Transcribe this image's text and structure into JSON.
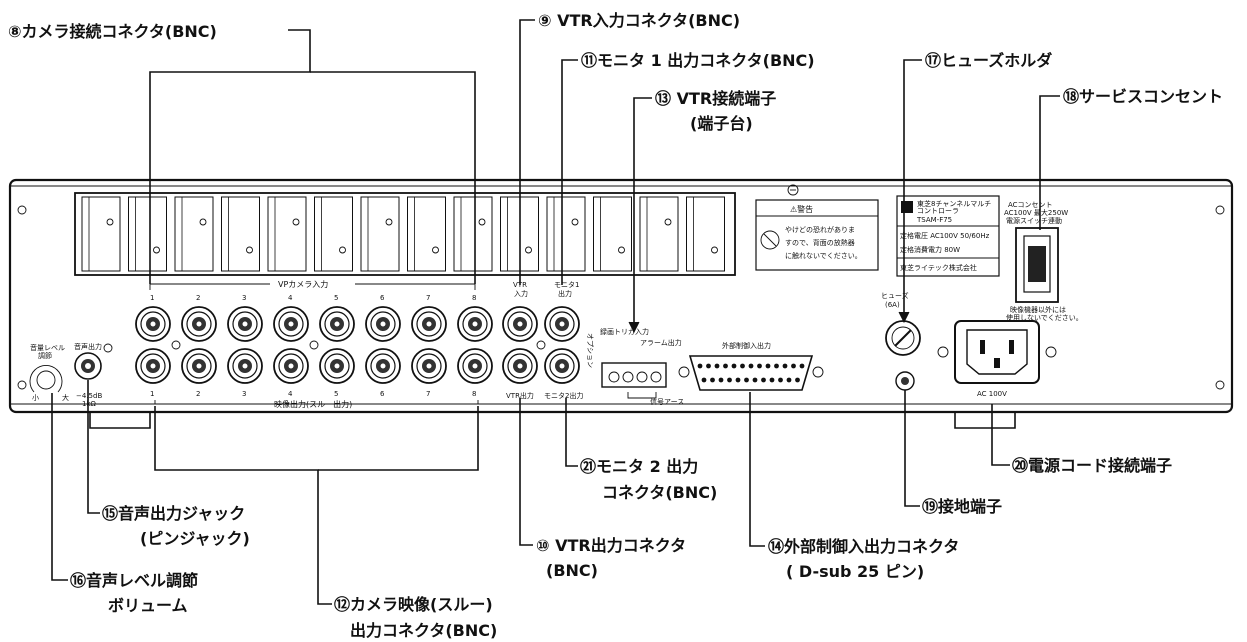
{
  "callouts": {
    "c8": "⑧カメラ接続コネクタ(BNC)",
    "c9": "⑨ VTR入力コネクタ(BNC)",
    "c11": "⑪モニタ 1 出力コネクタ(BNC)",
    "c13a": "⑬ VTR接続端子",
    "c13b": "(端子台)",
    "c17": "⑰ヒューズホルダ",
    "c18": "⑱サービスコンセント",
    "c20": "⑳電源コード接続端子",
    "c21a": "㉑モニタ 2 出力",
    "c21b": "コネクタ(BNC)",
    "c19": "⑲接地端子",
    "c15a": "⑮音声出力ジャック",
    "c15b": "(ピンジャック)",
    "c10a": "⑩ VTR出力コネクタ",
    "c10b": "(BNC)",
    "c14a": "⑭外部制御入出力コネクタ",
    "c14b": "( D-sub 25 ピン)",
    "c16a": "⑯音声レベル調節",
    "c16b": "ボリューム",
    "c12a": "⑫カメラ映像(スルー)",
    "c12b": "出力コネクタ(BNC)"
  },
  "panel": {
    "vp_input_label": "VPカメラ入力",
    "camera_numbers": [
      "1",
      "2",
      "3",
      "4",
      "5",
      "6",
      "7",
      "8"
    ],
    "video_out_label": "映像出力(スルー出力)",
    "vtr_in_label_1": "VTR",
    "vtr_in_label_2": "入力",
    "monitor1_label_1": "モニタ1",
    "monitor1_label_2": "出力",
    "vtr_out_label": "VTR出力",
    "monitor2_label": "モニタ2出力",
    "option_label": "オプション",
    "rec_trigger_label": "録画トリガ入力",
    "alarm_out_label": "アラーム出力",
    "signal_earth_label": "信号アース",
    "ext_ctrl_label": "外部制御入出力",
    "audio_level_label_1": "音量レベル",
    "audio_level_label_2": "調節",
    "audio_out_label": "音声出力",
    "min_label": "小",
    "max_label": "大",
    "audio_spec_1": "−4.5dB",
    "audio_spec_2": "1kΩ",
    "fuse_label": "ヒューズ",
    "fuse_rating": "(6A)",
    "ac_label": "AC 100V",
    "warning_title": "⚠警告",
    "warning_text_1": "やけどの恐れがありま",
    "warning_text_2": "すので、背面の放熱器",
    "warning_text_3": "に触れないでください。",
    "plate_line_1": "東芝8チャンネルマルチ",
    "plate_line_2": "コントローラ",
    "plate_model": "TSAM-F75",
    "plate_voltage": "定格電圧 AC100V 50/60Hz",
    "plate_power": "定格消費電力 80W",
    "plate_maker": "東芝ライテック株式会社",
    "outlet_label_1": "ACコンセント",
    "outlet_label_2": "AC100V 最大250W",
    "outlet_label_3": "電源スイッチ連動",
    "outlet_note_1": "映像機器以外には",
    "outlet_note_2": "使用しないでください。"
  }
}
